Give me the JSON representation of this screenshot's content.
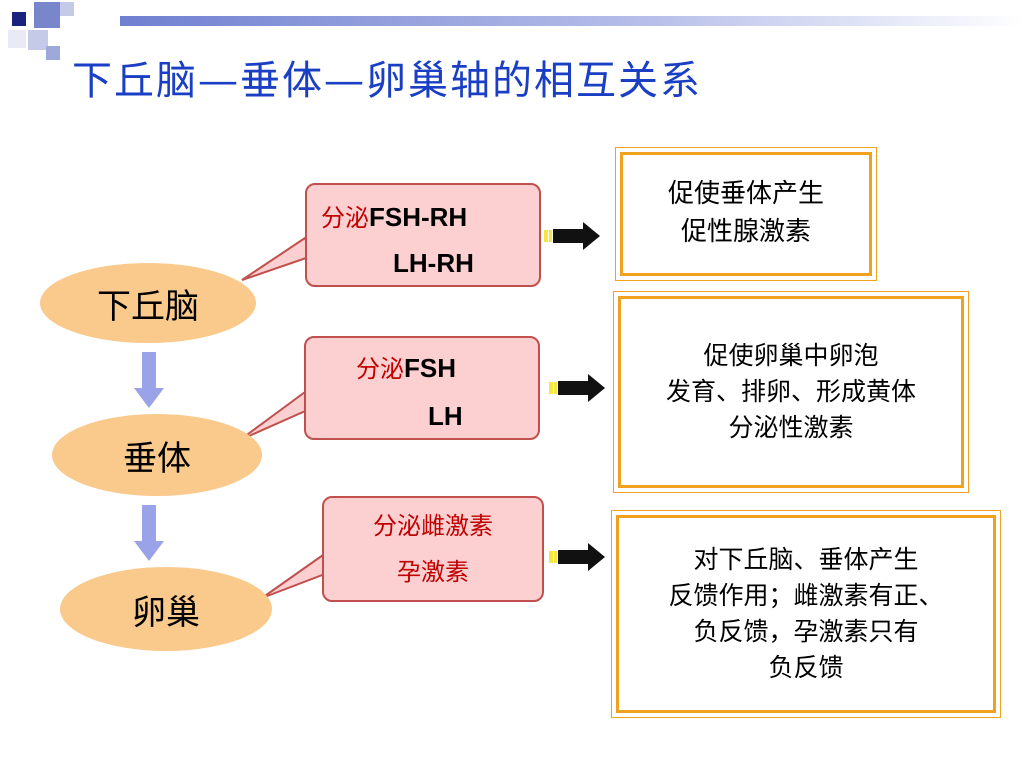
{
  "title": "下丘脑—垂体—卵巢轴的相互关系",
  "organs": {
    "hypothalamus": "下丘脑",
    "pituitary": "垂体",
    "ovary": "卵巢"
  },
  "secretions": {
    "hypothalamus": {
      "prefix": "分泌",
      "line1": "FSH-RH",
      "line2": "LH-RH"
    },
    "pituitary": {
      "prefix": "分泌",
      "line1": "FSH",
      "line2": "LH"
    },
    "ovary": {
      "line1": "分泌雌激素",
      "line2": "孕激素"
    }
  },
  "effects": {
    "hypothalamus": [
      "促使垂体产生",
      "促性腺激素"
    ],
    "pituitary": [
      "促使卵巢中卵泡",
      "发育、排卵、形成黄体",
      "分泌性激素"
    ],
    "ovary": [
      "对下丘脑、垂体产生",
      "反馈作用；雌激素有正、",
      "负反馈，孕激素只有",
      "负反馈"
    ]
  },
  "colors": {
    "title": "#1a3fc4",
    "oval": "#fac98c",
    "callout_fill": "#fcd0d0",
    "callout_border": "#c0504d",
    "box_border": "#f0a21e",
    "down_arrow": "#9aa2e8",
    "right_arrow": "#000000"
  }
}
